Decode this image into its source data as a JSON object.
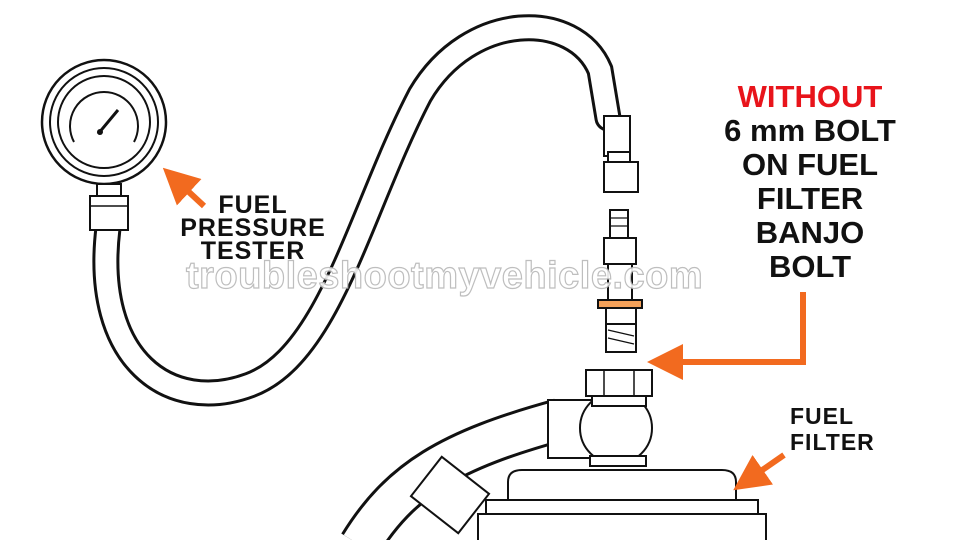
{
  "labels": {
    "tester": [
      "FUEL",
      "PRESSURE",
      "TESTER"
    ],
    "filter": [
      "FUEL",
      "FILTER"
    ],
    "callout_warning": "WITHOUT",
    "callout_lines": [
      "6 mm BOLT",
      "ON FUEL",
      "FILTER",
      "BANJO",
      "BOLT"
    ]
  },
  "watermark": "troubleshootmyvehicle.com",
  "colors": {
    "arrow": "#f26a1f",
    "warning_text": "#e8141b",
    "outline": "#111111",
    "fill": "#ffffff",
    "washer": "#f5a25a"
  }
}
